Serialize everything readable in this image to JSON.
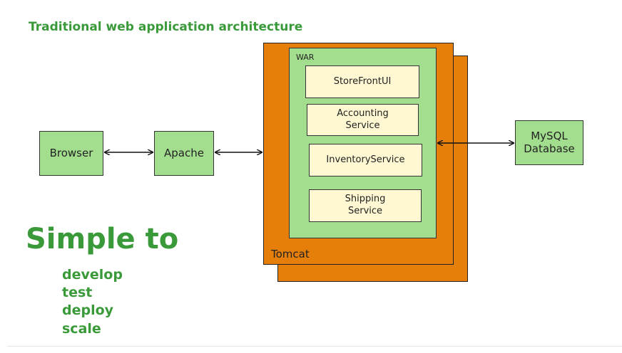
{
  "title": "Traditional web application architecture",
  "nodes": {
    "browser": "Browser",
    "apache": "Apache",
    "mysql": "MySQL Database",
    "war": "WAR",
    "tomcat": "Tomcat"
  },
  "services": [
    "StoreFrontUI",
    "Accounting Service",
    "InventoryService",
    "Shipping Service"
  ],
  "heading": "Simple to",
  "bullets": [
    "develop",
    "test",
    "deploy",
    "scale"
  ],
  "colors": {
    "green_text": "#3a9a3a",
    "box_green": "#a3de8e",
    "tomcat_orange": "#e67e0a",
    "service_cream": "#fff8d2"
  }
}
